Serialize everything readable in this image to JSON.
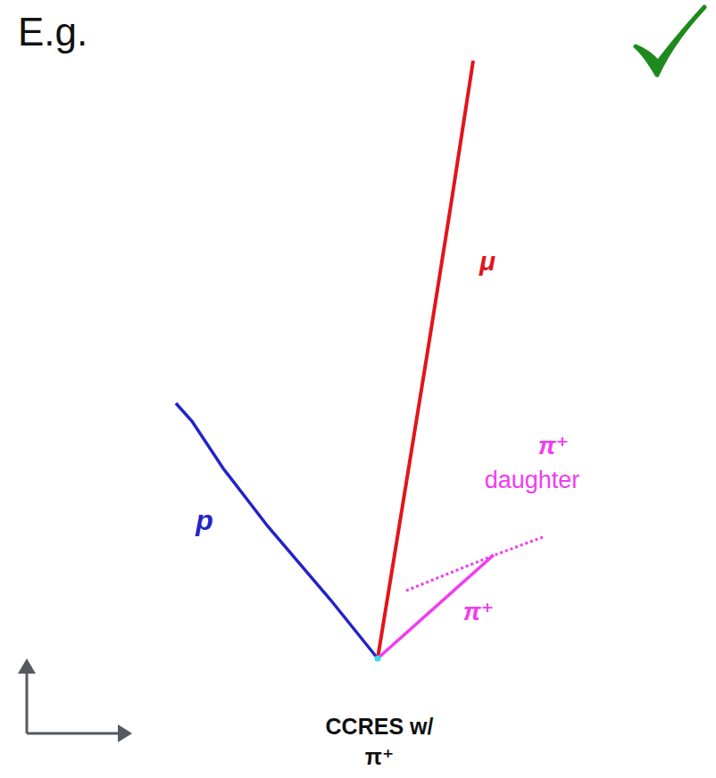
{
  "diagram": {
    "title": "E.g.",
    "labels": [
      "μ",
      "p",
      "π⁺",
      "daughter",
      "π⁺",
      "CCRES w/ π⁺"
    ]
  }
}
